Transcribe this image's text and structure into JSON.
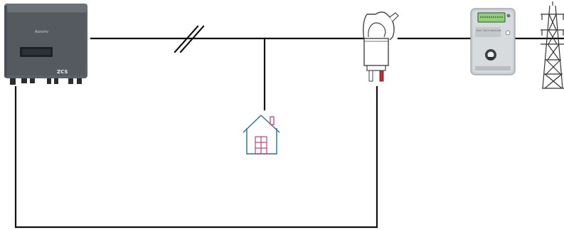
{
  "inverter": {
    "brand_text": "Azzurro",
    "model_text": "ZCS",
    "icon": "solar-inverter-icon"
  },
  "meter": {
    "label_text": "Enel Distribuzione",
    "icon": "electricity-meter-icon"
  },
  "house": {
    "icon": "house-icon",
    "colors": {
      "body": "#2a6f95",
      "window": "#c0306a"
    }
  },
  "clamp": {
    "icon": "current-clamp-icon",
    "lead_colors": [
      "#ffffff",
      "#d51f2b"
    ]
  },
  "pylon": {
    "icon": "transmission-tower-icon"
  },
  "colors": {
    "wire": "#111111",
    "inverter_body": "#5b6166",
    "meter_body": "#c9ced2",
    "display_green": "#8fd07a"
  }
}
